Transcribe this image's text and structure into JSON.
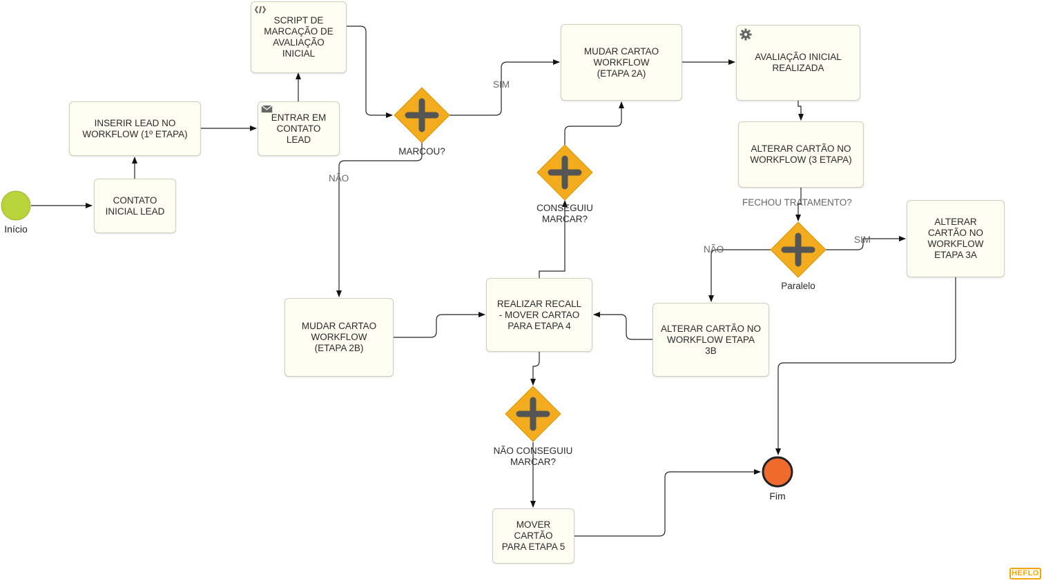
{
  "diagram": {
    "events": {
      "start": {
        "label": "Início",
        "color": "#b8d43a"
      },
      "end": {
        "label": "Fim",
        "color": "#ef6a2d"
      }
    },
    "tasks": {
      "contato_inicial": "CONTATO\nINICIAL LEAD",
      "inserir_lead": "INSERIR LEAD NO\nWORKFLOW (1º ETAPA)",
      "entrar_contato": "ENTRAR EM\nCONTATO\nLEAD",
      "script_marcacao": "SCRIPT DE\nMARCAÇÃO DE\nAVALIAÇÃO\nINICIAL",
      "mudar_2a": "MUDAR CARTAO\nWORKFLOW\n(ETAPA 2A)",
      "avaliacao_realizada": "AVALIAÇÃO INICIAL\nREALIZADA",
      "alterar_3": "ALTERAR CARTÃO NO\nWORKFLOW (3 ETAPA)",
      "alterar_3a": "ALTERAR\nCARTÃO NO\nWORKFLOW\nETAPA 3A",
      "alterar_3b": "ALTERAR CARTÃO NO\nWORKFLOW ETAPA\n3B",
      "realizar_recall": "REALIZAR RECALL\n- MOVER CARTAO\nPARA ETAPA 4",
      "mudar_2b": "MUDAR CARTAO\nWORKFLOW\n(ETAPA 2B)",
      "mover_5": "MOVER\nCARTÃO\nPARA ETAPA 5"
    },
    "gateways": {
      "marcou": "MARCOU?",
      "conseguiu": "CONSEGUIU\nMARCAR?",
      "paralelo": "Paralelo",
      "nao_conseguiu": "NÃO CONSEGUIU\nMARCAR?"
    },
    "gateway_color": "#f2ac1e",
    "flow_labels": {
      "sim_marcou": "SIM",
      "nao_marcou": "NÃO",
      "fechou_tratamento": "FECHOU TRATAMENTO?",
      "sim_paralelo": "SIM",
      "nao_paralelo": "NÃO"
    },
    "icons": {
      "script_task": "script-icon",
      "message_task": "envelope-icon",
      "service_task": "gear-icon",
      "gateway": "plus-icon"
    },
    "logo_text": "HEFLO"
  }
}
